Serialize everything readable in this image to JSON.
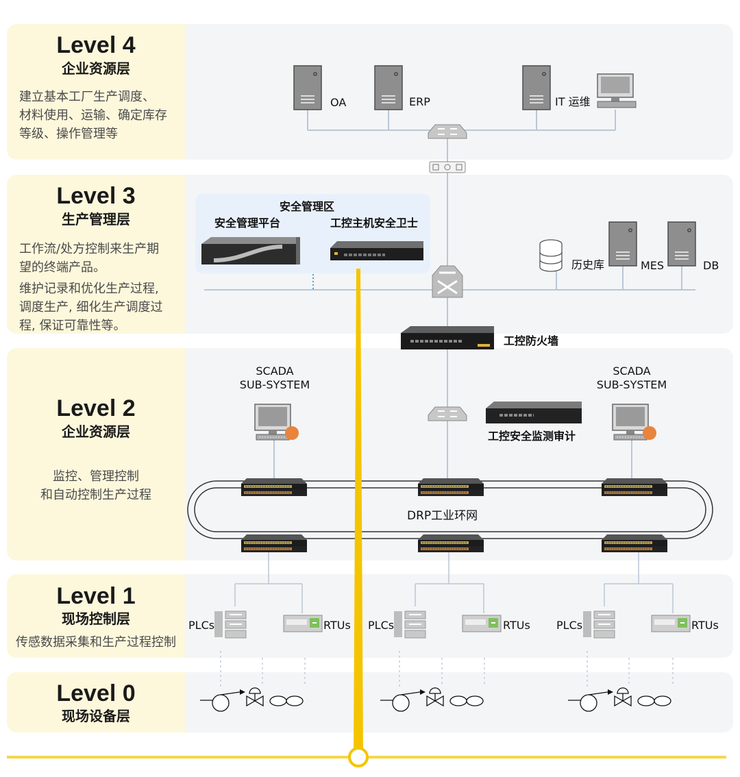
{
  "levels": [
    {
      "title": "Level 4",
      "subtitle": "企业资源层",
      "desc": [
        "建立基本工厂生产调度、",
        "材料使用、运输、确定库存",
        "等级、操作管理等"
      ]
    },
    {
      "title": "Level 3",
      "subtitle": "生产管理层",
      "desc": [
        "工作流/处方控制来生产期",
        "望的终端产品。",
        "维护记录和优化生产过程,",
        "调度生产, 细化生产调度过",
        "程, 保证可靠性等。"
      ]
    },
    {
      "title": "Level 2",
      "subtitle": "企业资源层",
      "desc": [
        "监控、管理控制",
        "和自动控制生产过程"
      ]
    },
    {
      "title": "Level 1",
      "subtitle": "现场控制层",
      "desc": [
        "传感数据采集和生产过程控制"
      ]
    },
    {
      "title": "Level 0",
      "subtitle": "现场设备层",
      "desc": []
    }
  ],
  "level4": {
    "oa": "OA",
    "erp": "ERP",
    "it_ops": "IT 运维"
  },
  "level3": {
    "zone_title": "安全管理区",
    "platform": "安全管理平台",
    "host_guard": "工控主机安全卫士",
    "history_db": "历史库",
    "mes": "MES",
    "db": "DB",
    "firewall": "工控防火墙"
  },
  "level2": {
    "scada_left": [
      "SCADA",
      "SUB-SYSTEM"
    ],
    "scada_right": [
      "SCADA",
      "SUB-SYSTEM"
    ],
    "audit": "工控安全监测审计",
    "ring": "DRP工业环网"
  },
  "level1": {
    "plcs": [
      "PLCs",
      "PLCs",
      "PLCs"
    ],
    "rtus": [
      "RTUs",
      "RTUs",
      "RTUs"
    ]
  },
  "colors": {
    "accent": "#f5c400",
    "left_band": "#fdf8dc",
    "right_band": "#f4f5f7",
    "line": "#b9c7d6"
  }
}
